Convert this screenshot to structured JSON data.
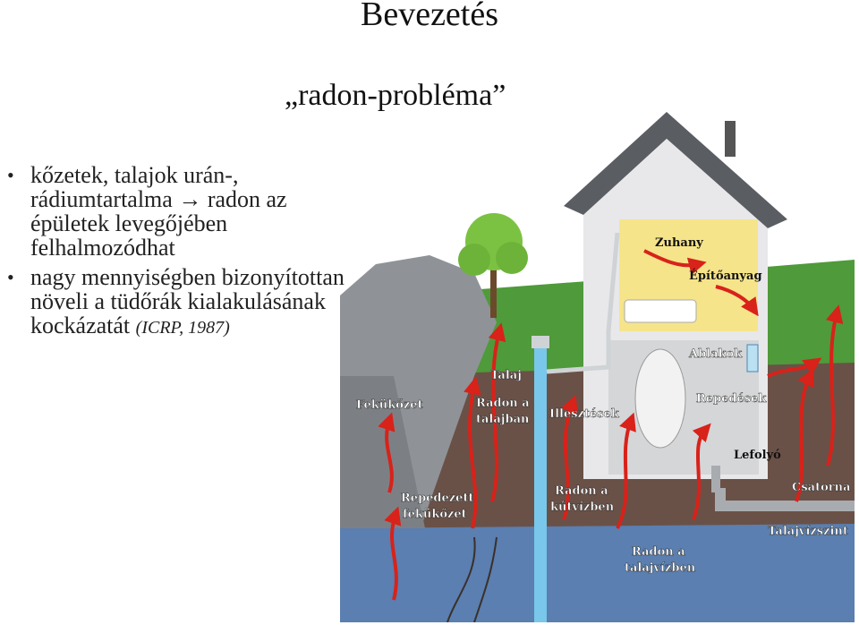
{
  "title": "Bevezetés",
  "subtitle": "„radon-probléma”",
  "bullets": [
    {
      "text": "kőzetek, talajok urán-, rádiumtartalma → radon az épületek levegőjében felhalmozódhat"
    },
    {
      "text": "nagy mennyiségben bizonyítottan növeli a tüdőrák kialakulásának kockázatát ",
      "cite": "(ICRP, 1987)"
    }
  ],
  "diagram_labels": {
    "zuhany": "Zuhany",
    "epitoanyag": "Építőanyag",
    "ablakok": "Ablakok",
    "talaj": "Talaj",
    "fekukozet": "Fekükőzet",
    "radon_talajban_1": "Radon a",
    "radon_talajban_2": "talajban",
    "illesztesek": "Illesztések",
    "repedesek": "Repedések",
    "lefolyo": "Lefolyó",
    "csatorna": "Csatorna",
    "repedezett_1": "Repedezett",
    "repedezett_2": "fekükőzet",
    "kutvizben_1": "Radon a",
    "kutvizben_2": "kútvízben",
    "talajvizszint": "Talajvízszint",
    "talajvizben_1": "Radon a",
    "talajvizben_2": "talajvízben"
  },
  "colors": {
    "soil": "#6a5147",
    "rock": "#8f9397",
    "water": "#5a7fb0",
    "grass": "#4f9a3a",
    "roof": "#5a5d62",
    "wall": "#e8e8ea",
    "room": "#f6e48a",
    "arrow": "#d8221a"
  }
}
